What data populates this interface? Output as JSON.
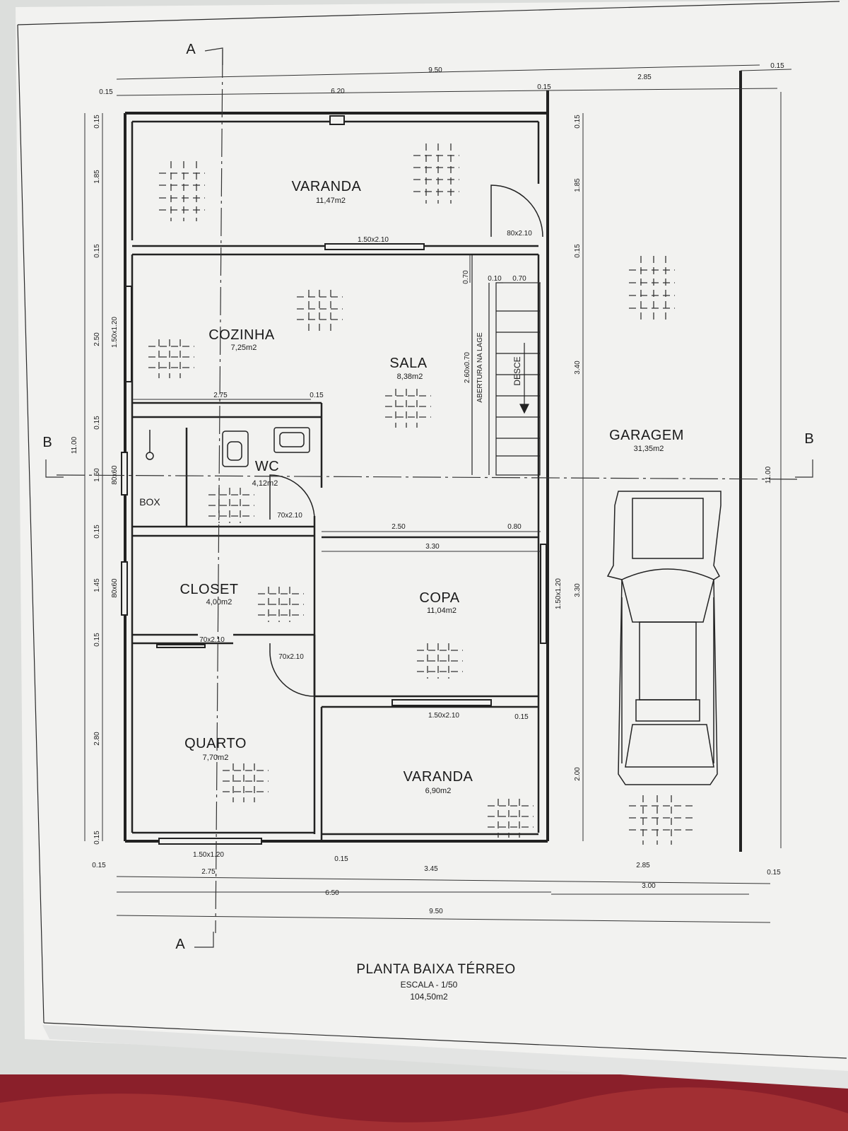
{
  "rooms": {
    "varanda_top": {
      "name": "VARANDA",
      "area": "11,47m2"
    },
    "cozinha": {
      "name": "COZINHA",
      "area": "7,25m2"
    },
    "sala": {
      "name": "SALA",
      "area": "8,38m2"
    },
    "wc": {
      "name": "WC",
      "area": "4,12m2"
    },
    "box": {
      "name": "BOX"
    },
    "closet": {
      "name": "CLOSET",
      "area": "4,00m2"
    },
    "copa": {
      "name": "COPA",
      "area": "11,04m2"
    },
    "quarto": {
      "name": "QUARTO",
      "area": "7,70m2"
    },
    "varanda_bottom": {
      "name": "VARANDA",
      "area": "6,90m2"
    },
    "garagem": {
      "name": "GARAGEM",
      "area": "31,35m2"
    }
  },
  "openings": {
    "window_varanda_cozinha": "1.50x2.10",
    "door_varanda": "80x2.10",
    "window_cozinha": "1.50x1.20",
    "window_box": "80x60",
    "door_wc": "70x2.10",
    "window_closet": "80x60",
    "door_closet": "70x2.10",
    "door_quarto": "70x2.10",
    "window_copa": "1.50x1.20",
    "window_copa_varanda": "1.50x2.10",
    "window_quarto": "1.50x1.20"
  },
  "stairs": {
    "label": "DESCE",
    "opening_note": "ABERTURA NA LAGE",
    "opening_size": "2.60x0.70",
    "offset": "0.10",
    "width": "0.70",
    "height": "0.70"
  },
  "dimensions": {
    "top_total": "9.50",
    "top_house": "6.20",
    "top_garage": "2.85",
    "top_wall_left": "0.15",
    "top_wall_mid": "0.15",
    "top_wall_right": "0.15",
    "left_total": "11.00",
    "left_varanda": "1.85",
    "left_cozinha": "2.50",
    "left_wc": "1.50",
    "left_closet": "1.45",
    "left_quarto": "2.80",
    "left_wall_1": "0.15",
    "left_wall_2": "0.15",
    "left_wall_3": "0.15",
    "left_wall_4": "0.15",
    "left_wall_5": "0.15",
    "left_wall_6": "0.15",
    "inner_cozinha_width": "2.75",
    "inner_wall": "0.15",
    "inner_sala_copa_left": "2.50",
    "inner_sala_copa_right": "0.80",
    "inner_copa_width": "3.30",
    "inner_varanda_wall": "0.15",
    "mid_varanda": "1.85",
    "mid_wall_1": "0.15",
    "mid_wall_2": "0.15",
    "mid_stairs": "3.40",
    "mid_copa": "3.30",
    "mid_varanda_bottom": "2.00",
    "right_total": "11.00",
    "bottom_wall_left": "0.15",
    "bottom_quarto": "2.75",
    "bottom_wall_mid": "0.15",
    "bottom_varanda": "3.45",
    "bottom_house": "6.50",
    "bottom_garage_inner": "2.85",
    "bottom_garage": "3.00",
    "bottom_wall_right": "0.15",
    "bottom_total": "9.50"
  },
  "sections": {
    "a": "A",
    "b": "B"
  },
  "title": {
    "main": "PLANTA BAIXA TÉRREO",
    "scale": "ESCALA  -  1/50",
    "area": "104,50m2"
  },
  "colors": {
    "paper": "#f1f1ef",
    "ink": "#2a2a2a",
    "fabric": "#8a1f2a"
  }
}
